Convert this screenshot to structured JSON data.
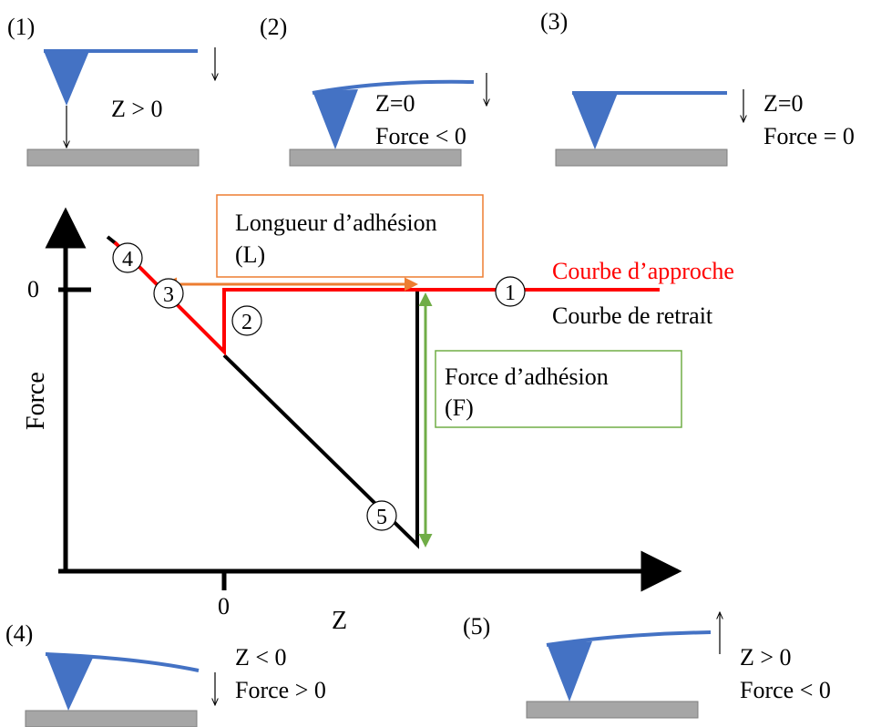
{
  "colors": {
    "approach": "#ff0000",
    "retract": "#000000",
    "length_arrow": "#ed7d31",
    "force_arrow": "#70ad47",
    "cantilever": "#4472c4",
    "substrate": "#a6a6a6"
  },
  "panels": [
    {
      "id": "(1)",
      "line1": "Z > 0",
      "line2": "",
      "arrow": "down"
    },
    {
      "id": "(2)",
      "line1": "Z=0",
      "line2": "Force < 0",
      "arrow": "down"
    },
    {
      "id": "(3)",
      "line1": "Z=0",
      "line2": "Force = 0",
      "arrow": "down"
    },
    {
      "id": "(4)",
      "line1": "Z < 0",
      "line2": "Force > 0",
      "arrow": "down"
    },
    {
      "id": "(5)",
      "line1": "Z > 0",
      "line2": "Force < 0",
      "arrow": "up"
    }
  ],
  "graph": {
    "y_axis_label": "Force",
    "x_axis_label": "Z",
    "y_zero_tick": "0",
    "x_zero_tick": "0",
    "approach_label": "Courbe d’approche",
    "retract_label": "Courbe de retrait",
    "length_box": {
      "line1": "Longueur d’adhésion",
      "line2": "(L)"
    },
    "force_box": {
      "line1": "Force d’adhésion",
      "line2": "(F)"
    },
    "markers": [
      "1",
      "2",
      "3",
      "4",
      "5"
    ]
  }
}
